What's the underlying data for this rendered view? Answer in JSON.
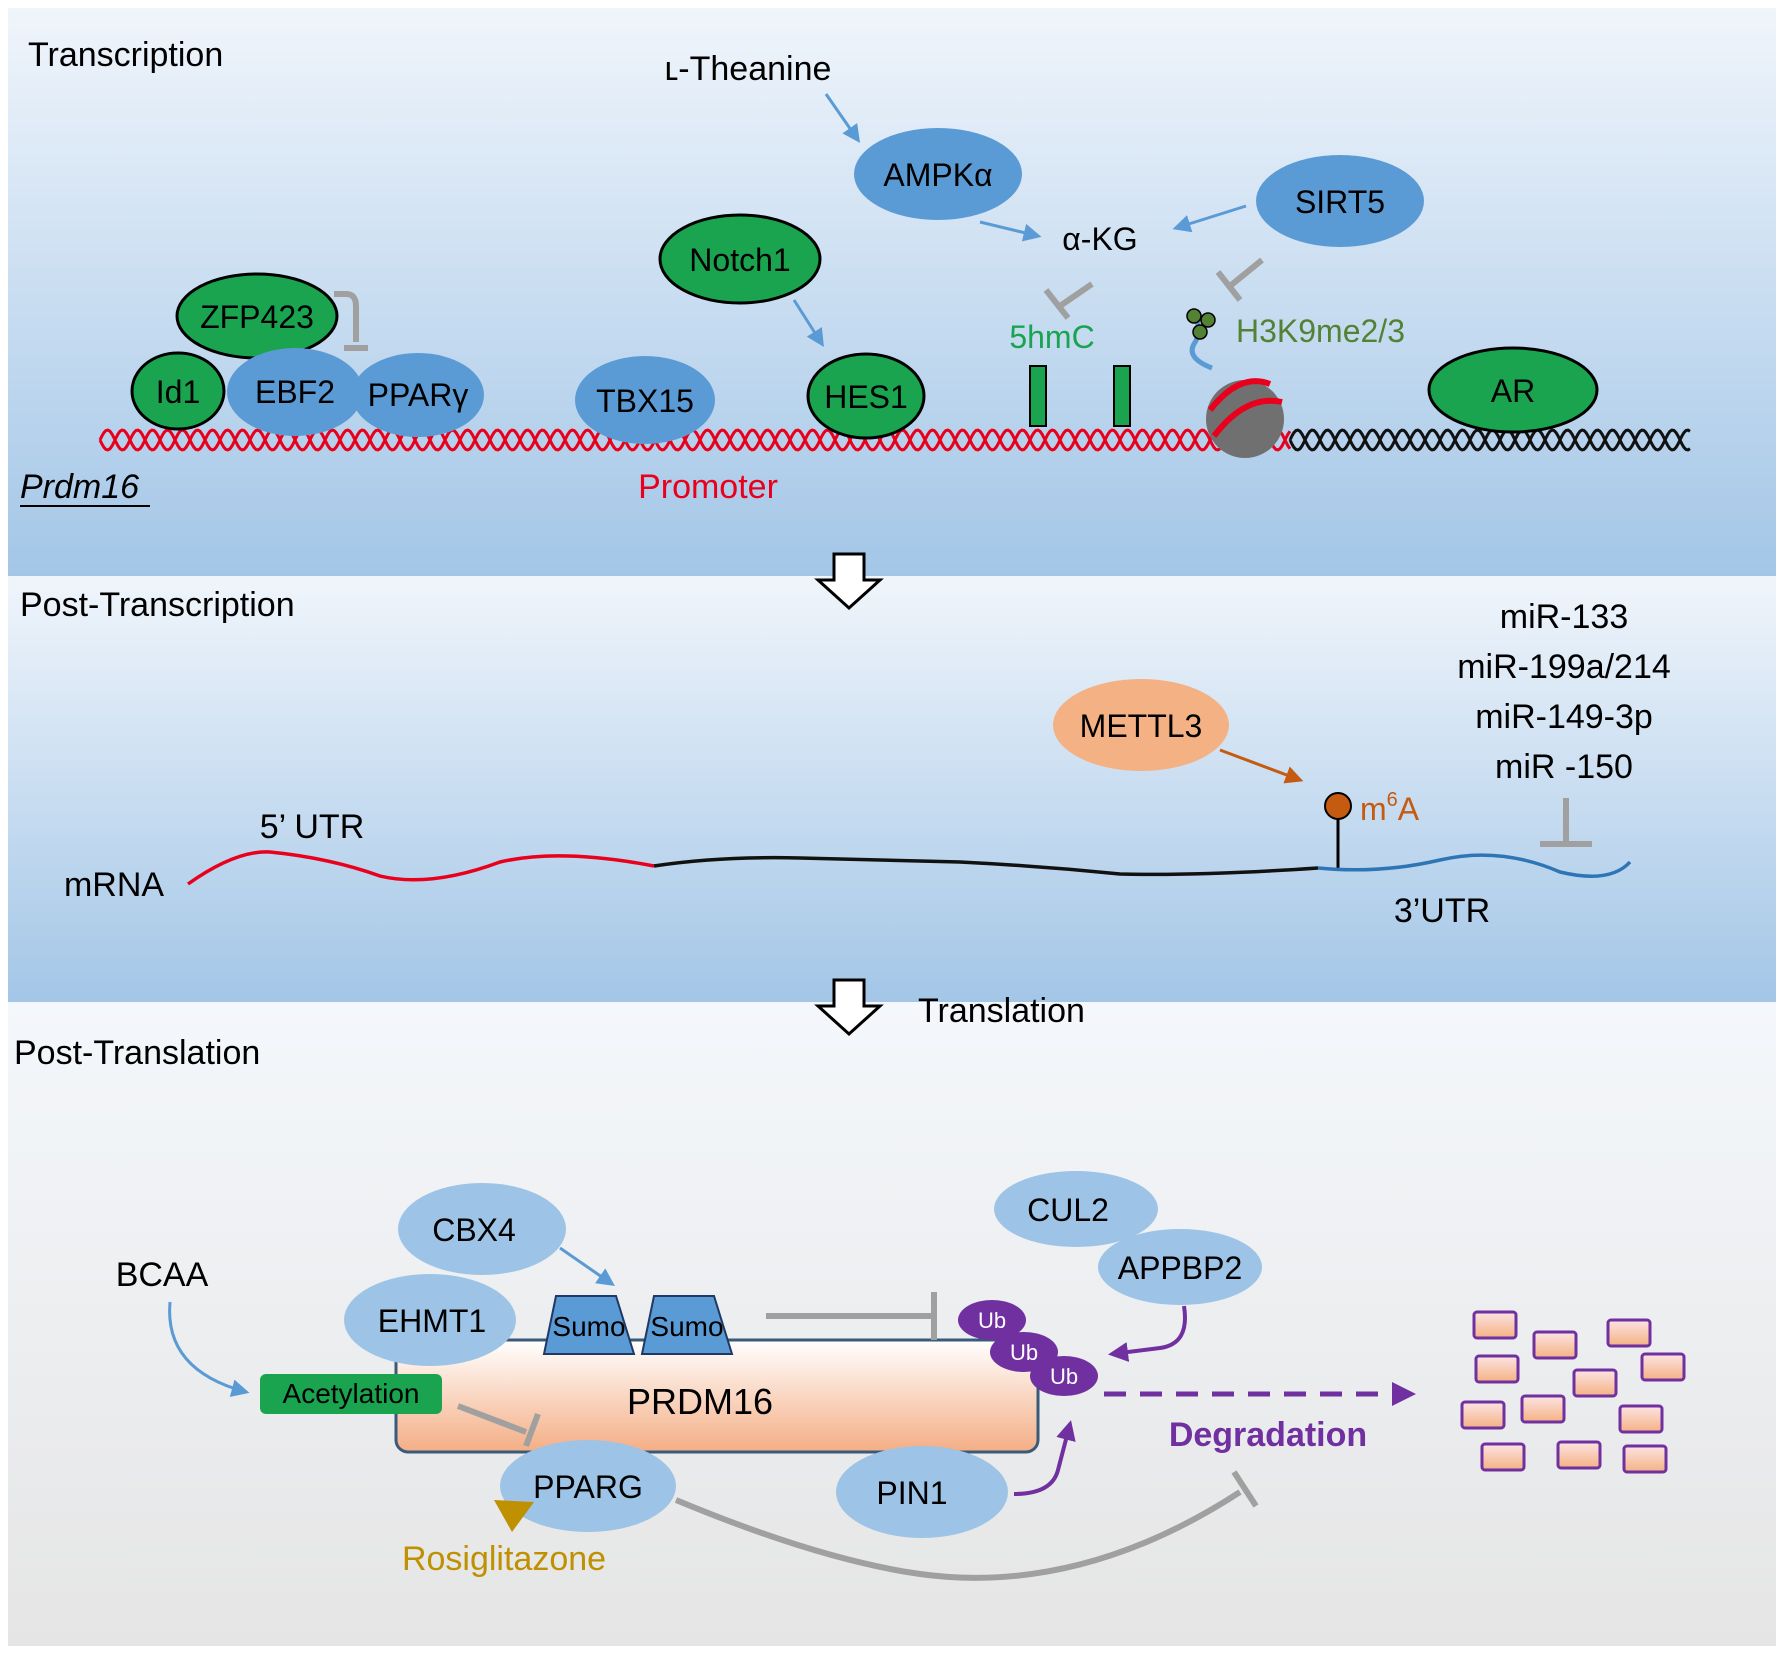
{
  "colors": {
    "panel_blue": "#9fc5e6",
    "panel_light": "#eef4fa",
    "panel_gray": "#e6e6e6",
    "green_node": "#1aa450",
    "blue_node": "#5b9bd5",
    "light_blue_node": "#9dc3e6",
    "orange_node": "#f4b183",
    "dna_red": "#e8001c",
    "inhibit_gray": "#a0a0a0",
    "ub_purple": "#7030a0",
    "rosiglitazone": "#bf9000",
    "m6a_brown": "#c55a11"
  },
  "sections": {
    "transcription": "Transcription",
    "post_transcription": "Post-Transcription",
    "translation": "Translation",
    "post_translation": "Post-Translation"
  },
  "transcription": {
    "theanine": "ʟ-Theanine",
    "ampk": "AMPKα",
    "akg": "α-KG",
    "sirt5": "SIRT5",
    "notch1": "Notch1",
    "zfp423": "ZFP423",
    "id1": "Id1",
    "ebf2": "EBF2",
    "pparg": "PPARγ",
    "tbx15": "TBX15",
    "hes1": "HES1",
    "hmc": "5hmC",
    "h3k9": "H3K9me2/3",
    "ar": "AR",
    "gene": "Prdm16",
    "promoter": "Promoter"
  },
  "post_transcription": {
    "mirnas": [
      "miR-133",
      "miR-199a/214",
      "miR-149-3p",
      "miR -150"
    ],
    "mettl3": "METTL3",
    "m6a_base": "m",
    "m6a_sup": "6",
    "m6a_tail": "A",
    "utr5": "5’ UTR",
    "mrna": "mRNA",
    "utr3": "3’UTR"
  },
  "post_translation": {
    "cbx4": "CBX4",
    "cul2": "CUL2",
    "appbp2": "APPBP2",
    "bcaa": "BCAA",
    "ehmt1": "EHMT1",
    "sumo": [
      "Sumo",
      "Sumo"
    ],
    "ub": [
      "Ub",
      "Ub",
      "Ub"
    ],
    "acetylation": "Acetylation",
    "prdm16": "PRDM16",
    "degradation": "Degradation",
    "pparg": "PPARG",
    "pin1": "PIN1",
    "rosiglitazone": "Rosiglitazone"
  }
}
